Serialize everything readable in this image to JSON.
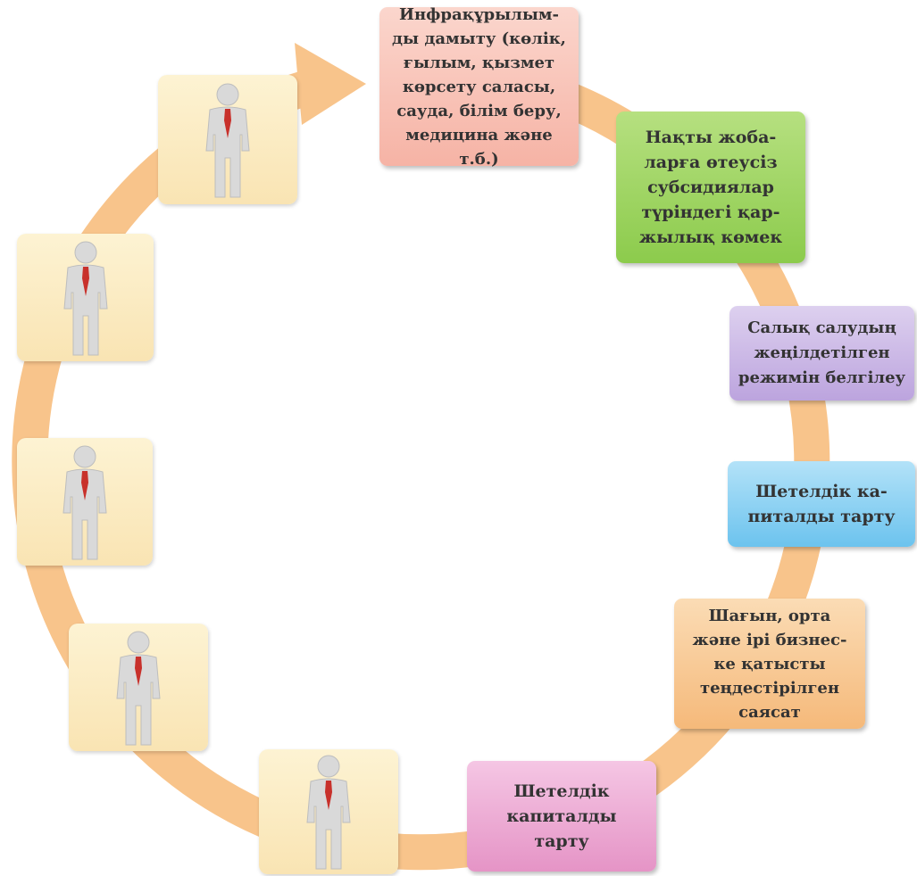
{
  "colors": {
    "ring": "#f8c48b",
    "person_tile": "#fbe7b9",
    "box_infrastructure": "#f9c2b6",
    "box_grant": "#9fd566",
    "box_tax": "#cdb9e6",
    "box_foreign_capital_blue": "#8fd2f3",
    "box_balanced_policy": "#f8cc96",
    "box_foreign_capital_pink": "#eca7d4",
    "tie": "#c8312b",
    "figure": "#d9d9d9"
  },
  "icons": {
    "person": "person-with-red-tie-icon",
    "arrow": "circular-arrow-icon"
  },
  "boxes": {
    "infrastructure": "Инфрақұрылым-\nды дамыту (көлік,\nғылым, қызмет\nкөрсету саласы,\nсауда, білім беру,\nмедицина және т.б.)",
    "grant": "Нақты жоба-\nларға өтеусіз\nсубсидиялар\nтүріндегі қар-\nжылық көмек",
    "tax": "Салық салудың\nжеңілдетілген\nрежимін белгілеу",
    "foreign_capital_blue": "Шетелдік ка-\nпиталды тарту",
    "balanced_policy": "Шағын, орта\nжәне ірі бизнес-\nке қатысты\nтеңдестірілген\nсаясат",
    "foreign_capital_pink": "Шетелдік\nкапиталды\nтарту"
  }
}
